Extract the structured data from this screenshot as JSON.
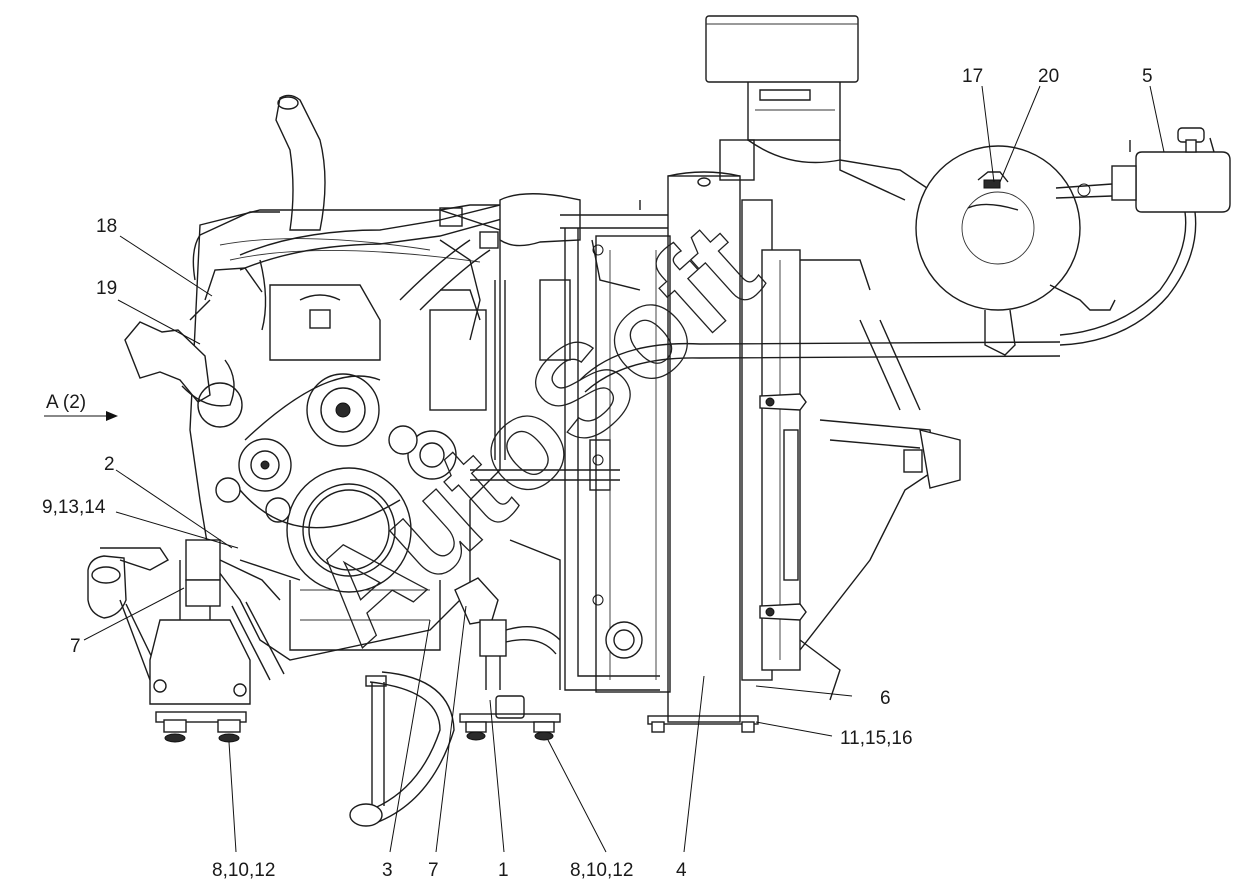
{
  "diagram": {
    "view_arrow_label": "A (2)",
    "watermark": "AutoSoft",
    "callouts": {
      "c17": "17",
      "c20": "20",
      "c5": "5",
      "c18": "18",
      "c19": "19",
      "c2": "2",
      "c9_13_14": "9,13,14",
      "c7_left": "7",
      "c6": "6",
      "c11_15_16": "11,15,16",
      "c8_10_12_left": "8,10,12",
      "c3": "3",
      "c7_bottom": "7",
      "c1": "1",
      "c8_10_12_right": "8,10,12",
      "c4": "4"
    }
  }
}
